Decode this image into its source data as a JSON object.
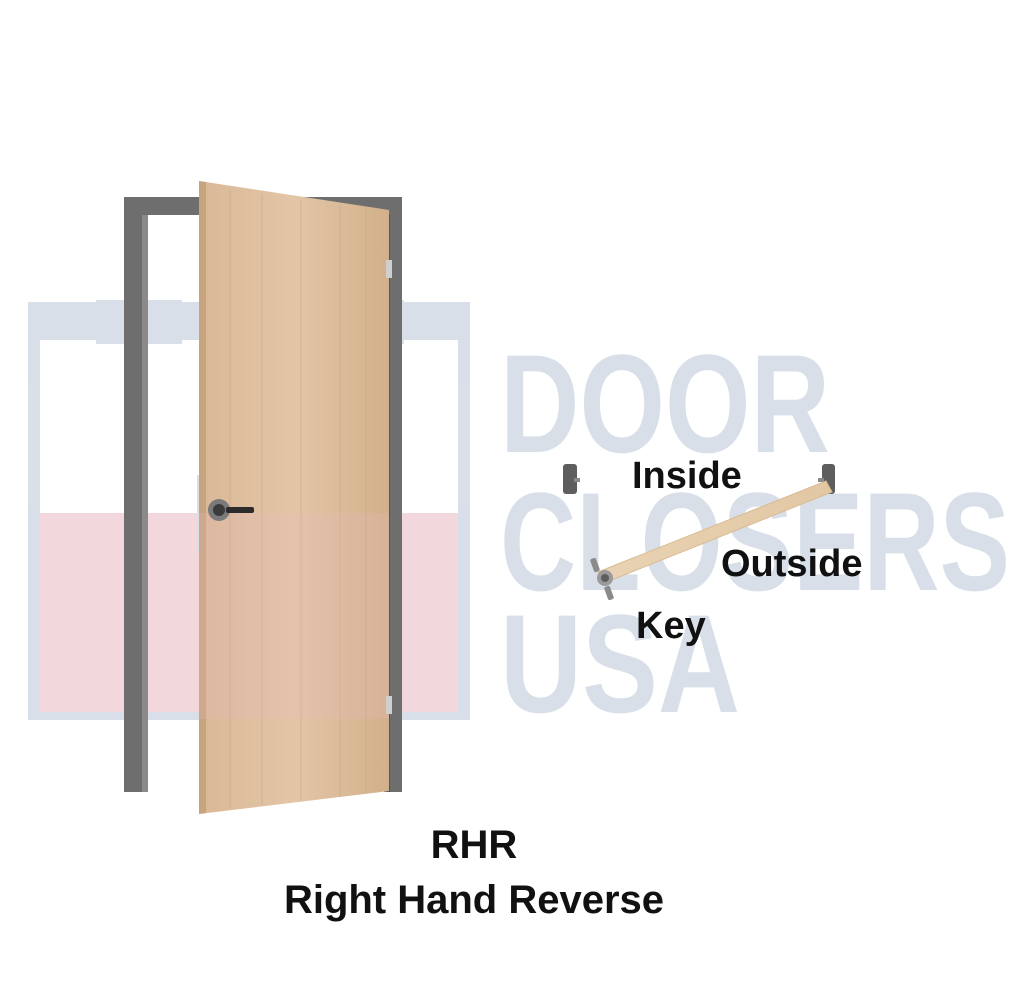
{
  "diagram": {
    "labels": {
      "inside": "Inside",
      "outside": "Outside",
      "key": "Key"
    },
    "caption": {
      "code": "RHR",
      "name": "Right Hand Reverse"
    }
  },
  "watermark": {
    "lines": [
      "DOOR",
      "CLOSERS",
      "USA"
    ],
    "color": "#b9c6d6",
    "accent_color": "#e9b9c1"
  },
  "colors": {
    "frame": "#6e6e6e",
    "door": "#dcbc98",
    "door_shade": "#cfae87",
    "handle": "#2b2b2b",
    "text": "#111111"
  }
}
